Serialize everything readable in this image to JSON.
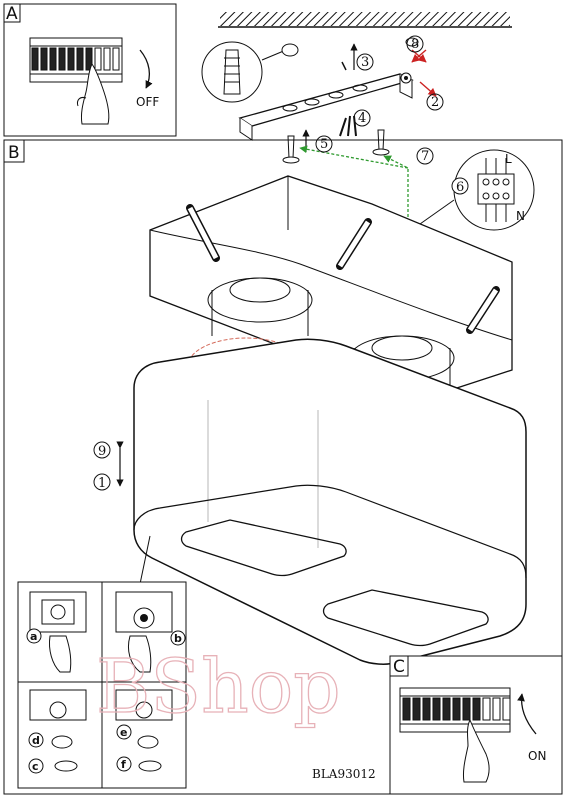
{
  "sections": {
    "a": "A",
    "b": "B",
    "c": "C"
  },
  "panel_a": {
    "switch_state": "OFF"
  },
  "panel_c": {
    "switch_state": "ON"
  },
  "steps": {
    "s1": "1",
    "s2": "2",
    "s3": "3",
    "s4": "4",
    "s5": "5",
    "s6": "6",
    "s7": "7",
    "s8": "8",
    "s9": "9"
  },
  "substeps": {
    "a": "a",
    "b": "b",
    "c": "c",
    "d": "d",
    "e": "e",
    "f": "f"
  },
  "terminal": {
    "l": "L",
    "n": "N"
  },
  "model_code": "BLA93012",
  "watermark": "BShop",
  "colors": {
    "line": "#111111",
    "arrow_red": "#cc2222",
    "arrow_green": "#2f9a2f",
    "hidden_red": "#d46a5a",
    "watermark": "#e7b2b8"
  }
}
